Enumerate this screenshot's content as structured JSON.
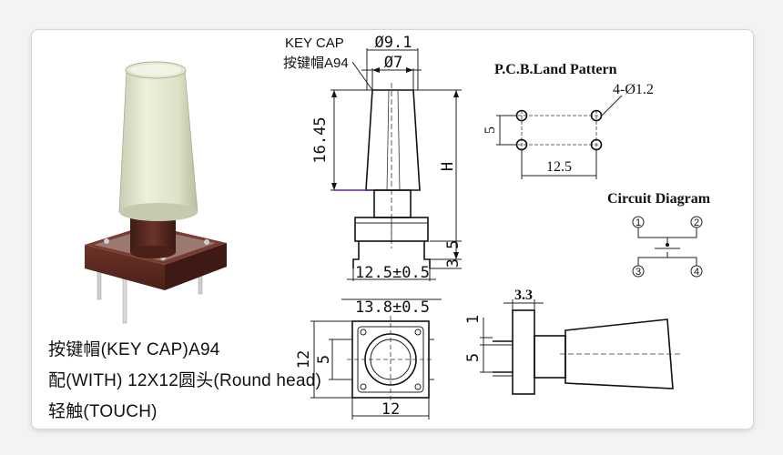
{
  "product": {
    "caption_line1": "按键帽(KEY CAP)A94",
    "caption_line2": "配(WITH) 12X12圆头(Round head)",
    "caption_line3": "轻触(TOUCH)"
  },
  "front_view": {
    "label_en": "KEY CAP",
    "label_cn": "按键帽A94",
    "dim_top_outer": "Ø9.1",
    "dim_top_inner": "Ø7",
    "dim_height_cap": "16.45",
    "dim_height_total": "H",
    "dim_pin": "3.5",
    "dim_body_width": "12.5±0.5",
    "dim_body_outer": "13.8±0.5"
  },
  "pcb_pattern": {
    "title": "P.C.B.Land Pattern",
    "hole_spec": "4-Ø1.2",
    "dim_vertical": "5",
    "dim_horizontal": "12.5"
  },
  "circuit": {
    "title": "Circuit Diagram",
    "pins": [
      "1",
      "2",
      "3",
      "4"
    ]
  },
  "top_view": {
    "dim_left_outer": "12",
    "dim_left_inner": "5",
    "dim_bottom": "12"
  },
  "side_view": {
    "dim_top": "3.3",
    "dim_pin_gap": "1",
    "dim_pin_span": "5"
  }
}
